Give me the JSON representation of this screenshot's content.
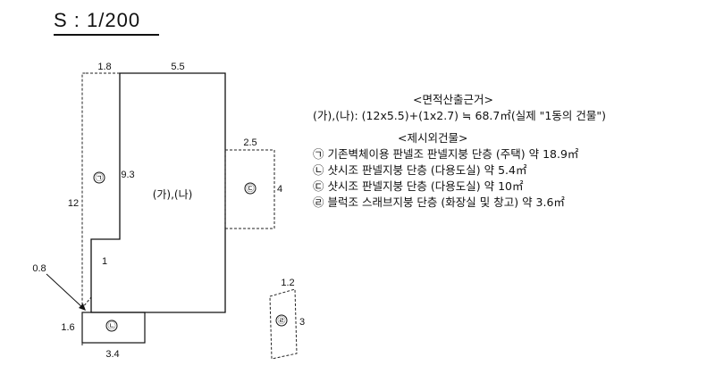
{
  "scale": "S : 1/200",
  "plan": {
    "main_label": "(가),(나)",
    "markers": {
      "a": "㉠",
      "b": "㉡",
      "c": "㉢",
      "d": "㉣"
    },
    "dims": {
      "top_left": "1.8",
      "top_right": "5.5",
      "height_left": "12",
      "inner_height": "9.3",
      "step": "1",
      "c_width": "2.5",
      "c_height": "4",
      "corner": "0.8",
      "b_height": "1.6",
      "b_width": "3.4",
      "d_width": "1.2",
      "d_height": "3"
    }
  },
  "notes": {
    "area_heading": "<면적산출근거>",
    "area_formula": "(가),(나): (12x5.5)+(1x2.7) ≒ 68.7㎡(실제 \"1동의 건물\")",
    "other_heading": "<제시외건물>",
    "items": [
      "㉠ 기존벽체이용 판넬조 판넬지붕 단층 (주택) 약 18.9㎡",
      "㉡ 샷시조 판넬지붕 단층 (다용도실) 약 5.4㎡",
      "㉢ 샷시조 판넬지붕 단층 (다용도실) 약 10㎡",
      "㉣ 블럭조 스래브지붕 단층 (화장실 및 창고) 약 3.6㎡"
    ]
  }
}
